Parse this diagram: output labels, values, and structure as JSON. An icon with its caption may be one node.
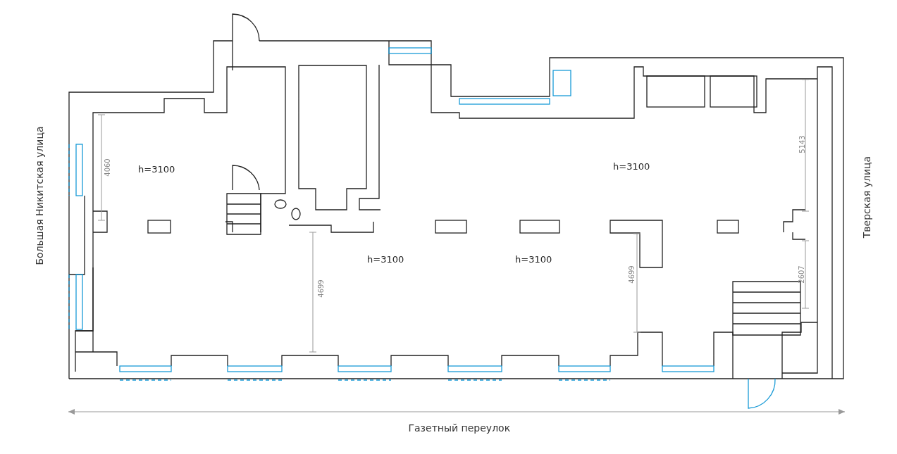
{
  "diagram": {
    "labels": [
      "Большая Никитская улица",
      "h=3100",
      "4060",
      "h=3100",
      "5143",
      "Тверская улица",
      "4699",
      "h=3100",
      "h=3100",
      "4699",
      "2607",
      "Газетный переулок"
    ]
  }
}
